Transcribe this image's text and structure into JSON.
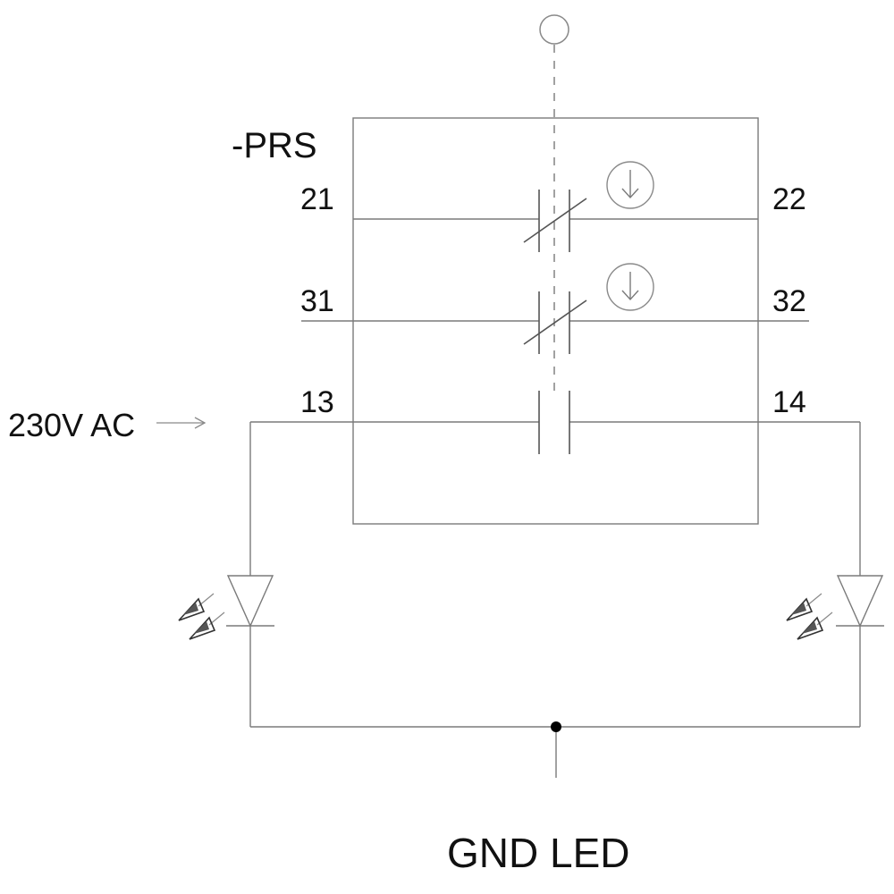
{
  "device": {
    "tag": "-PRS"
  },
  "terminals": {
    "t21": "21",
    "t22": "22",
    "t31": "31",
    "t32": "32",
    "t13": "13",
    "t14": "14"
  },
  "supply": {
    "label": "230V AC"
  },
  "ground": {
    "label": "GND LED"
  },
  "colors": {
    "line": "#7a7a7a",
    "text": "#111111",
    "junction": "#000000"
  },
  "icons": {
    "actuator": "circle-top-icon",
    "positive_opening": "positive-opening-arrow-icon",
    "led": "led-diode-icon",
    "light_emission": "light-emission-arrows-icon",
    "supply_arrow": "arrow-right-icon",
    "junction": "junction-dot-icon"
  }
}
